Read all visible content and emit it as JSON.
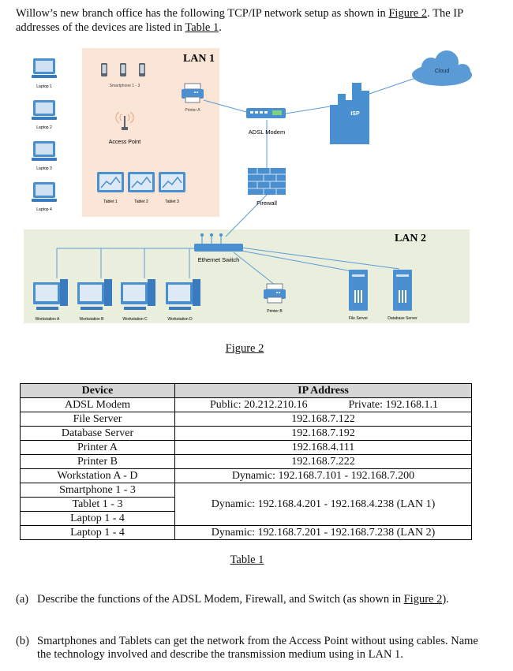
{
  "intro": {
    "text_1": "Willow’s new branch office has the following TCP/IP network setup as shown in ",
    "figure_link": "Figure 2",
    "text_2": ". The IP addresses of the devices are listed in ",
    "table_link": "Table 1",
    "text_3": "."
  },
  "diagram": {
    "lan1_title": "LAN 1",
    "lan2_title": "LAN 2",
    "cloud": "Cloud",
    "isp": "ISP",
    "adsl_modem": "ADSL Modem",
    "firewall": "Firewall",
    "ethernet_switch": "Ethernet Switch",
    "access_point": "Access Point",
    "smartphones": "Smartphone 1 - 3",
    "printer_a": "Printer A",
    "printer_b": "Printer B",
    "file_server": "File Server",
    "database_server": "Database Server",
    "laptops": [
      "Laptop 1",
      "Laptop 2",
      "Laptop 3",
      "Laptop 4"
    ],
    "tablets": [
      "Tablet 1",
      "Tablet 2",
      "Tablet 3"
    ],
    "workstations": [
      "Workstation A",
      "Workstation B",
      "Workstation C",
      "Workstation D"
    ]
  },
  "figure_caption": "Figure 2",
  "table": {
    "header_device": "Device",
    "header_ip": "IP Address",
    "public": "Public: 20.212.210.16",
    "private": "Private: 192.168.1.1",
    "rows": [
      {
        "device": "ADSL Modem"
      },
      {
        "device": "File Server",
        "ip": "192.168.7.122"
      },
      {
        "device": "Database Server",
        "ip": "192.168.7.192"
      },
      {
        "device": "Printer A",
        "ip": "192.168.4.111"
      },
      {
        "device": "Printer B",
        "ip": "192.168.7.222"
      },
      {
        "device": "Workstation A - D",
        "ip": "Dynamic: 192.168.7.101 - 192.168.7.200"
      },
      {
        "device": "Smartphone 1 - 3"
      },
      {
        "device": "Tablet 1 - 3",
        "ip": "Dynamic: 192.168.4.201 - 192.168.4.238 (LAN 1)"
      },
      {
        "device": "Laptop 1 - 4"
      },
      {
        "device": "Laptop 1 - 4",
        "ip": "Dynamic: 192.168.7.201 - 192.168.7.238 (LAN 2)"
      }
    ]
  },
  "table_caption": "Table 1",
  "questions": {
    "a_label": "(a)",
    "a_text_1": "Describe the functions of the ADSL Modem, Firewall, and Switch (as shown in ",
    "a_link": "Figure 2",
    "a_text_2": ").",
    "b_label": "(b)",
    "b_text": "Smartphones and Tablets can get the network from the Access Point without using cables. Name the technology involved and describe the transmission medium using in LAN 1."
  },
  "colors": {
    "lan1_bg": "#fbe5d6",
    "lan2_bg": "#e9efdc",
    "device_blue": "#4a90d0",
    "line_blue": "#5b9bd5",
    "table_header": "#d6d6d6"
  }
}
